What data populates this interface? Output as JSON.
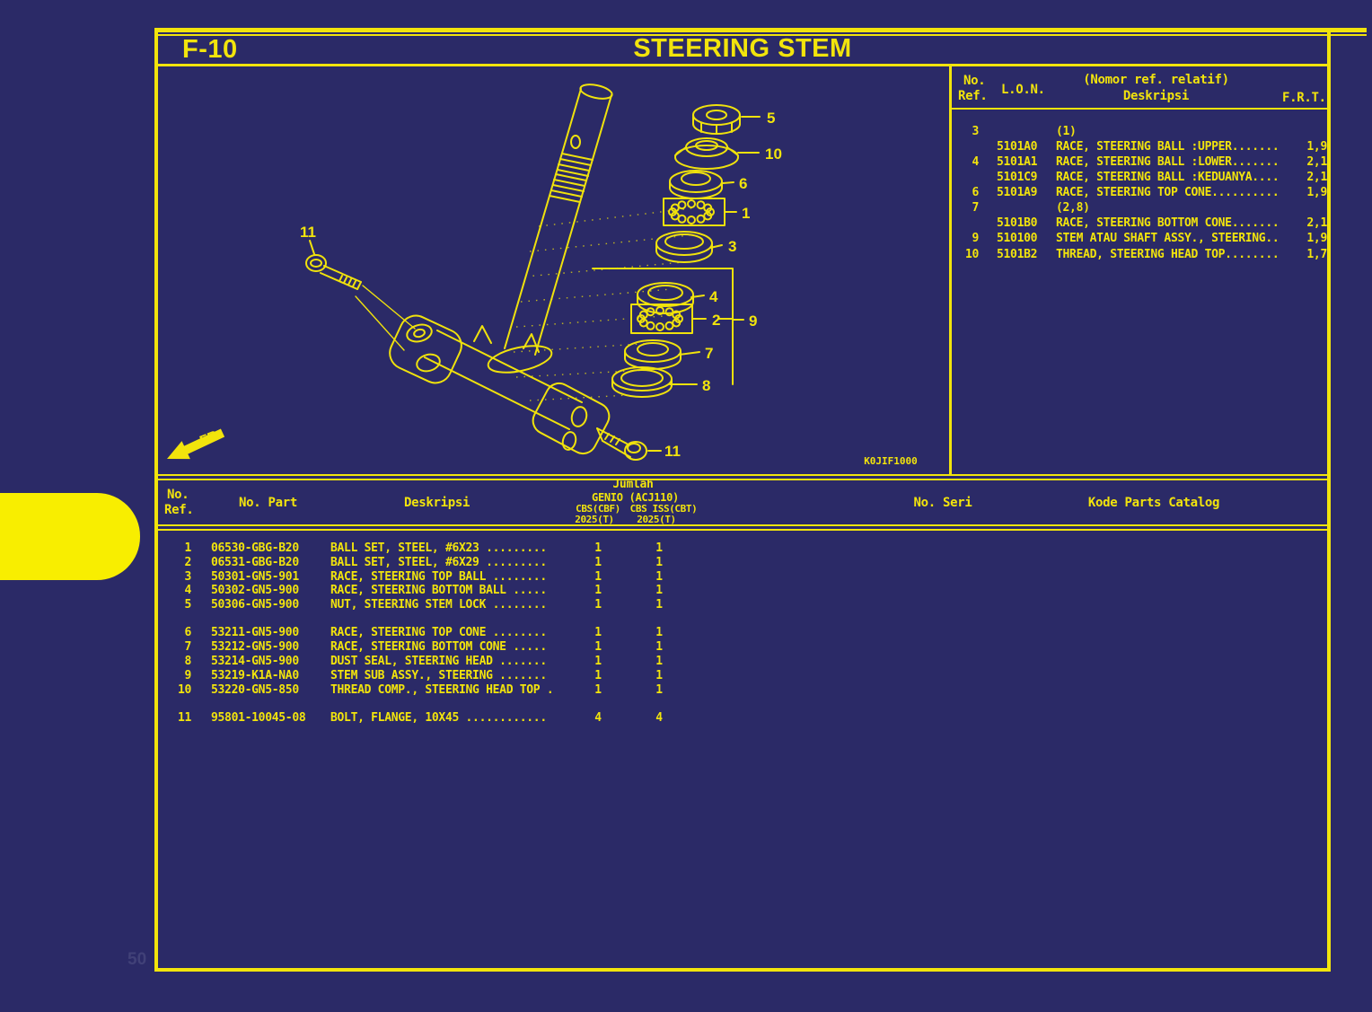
{
  "header": {
    "page_code": "F-10",
    "title": "STEERING STEM"
  },
  "colors": {
    "background": "#2b2a67",
    "accent": "#f2e40c",
    "highlight_pill": "#f8ee00"
  },
  "ref_table": {
    "headers": {
      "no": "No.",
      "ref": "Ref.",
      "lon": "L.O.N.",
      "nomor": "(Nomor ref. relatif)",
      "deskripsi": "Deskripsi",
      "frt": "F.R.T."
    },
    "rows": [
      {
        "ref": "3",
        "lon": "",
        "desc": "(1)",
        "frt": ""
      },
      {
        "ref": "",
        "lon": "5101A0",
        "desc": "RACE, STEERING BALL :UPPER.......",
        "frt": "1,9"
      },
      {
        "ref": "4",
        "lon": "5101A1",
        "desc": "RACE, STEERING BALL :LOWER.......",
        "frt": "2,1"
      },
      {
        "ref": "",
        "lon": "5101C9",
        "desc": "RACE, STEERING BALL :KEDUANYA....",
        "frt": "2,1"
      },
      {
        "ref": "6",
        "lon": "5101A9",
        "desc": "RACE, STEERING TOP CONE..........",
        "frt": "1,9"
      },
      {
        "ref": "7",
        "lon": "",
        "desc": "(2,8)",
        "frt": ""
      },
      {
        "ref": "",
        "lon": "5101B0",
        "desc": "RACE, STEERING BOTTOM CONE.......",
        "frt": "2,1"
      },
      {
        "ref": "9",
        "lon": "510100",
        "desc": "STEM ATAU SHAFT ASSY., STEERING..",
        "frt": "1,9"
      },
      {
        "ref": "10",
        "lon": "5101B2",
        "desc": "THREAD, STEERING HEAD TOP........",
        "frt": "1,7"
      }
    ]
  },
  "parts_table": {
    "headers": {
      "no": "No.",
      "ref": "Ref.",
      "part": "No. Part",
      "desc": "Deskripsi",
      "jumlah": "Jumlah",
      "model": "GENIO (ACJ110)",
      "col1": "CBS(CBF)",
      "col2": "CBS ISS(CBT)",
      "year1": "2025(T)",
      "year2": "2025(T)",
      "seri": "No. Seri",
      "kode": "Kode Parts Catalog"
    },
    "rows": [
      {
        "ref": "1",
        "part": "06530-GBG-B20",
        "desc": "BALL SET, STEEL, #6X23 .........",
        "qty1": "1",
        "qty2": "1"
      },
      {
        "ref": "2",
        "part": "06531-GBG-B20",
        "desc": "BALL SET, STEEL, #6X29 .........",
        "qty1": "1",
        "qty2": "1"
      },
      {
        "ref": "3",
        "part": "50301-GN5-901",
        "desc": "RACE, STEERING TOP BALL ........",
        "qty1": "1",
        "qty2": "1"
      },
      {
        "ref": "4",
        "part": "50302-GN5-900",
        "desc": "RACE, STEERING BOTTOM BALL .....",
        "qty1": "1",
        "qty2": "1"
      },
      {
        "ref": "5",
        "part": "50306-GN5-900",
        "desc": "NUT, STEERING STEM LOCK ........",
        "qty1": "1",
        "qty2": "1"
      },
      {
        "ref": "6",
        "part": "53211-GN5-900",
        "desc": "RACE, STEERING TOP CONE ........",
        "qty1": "1",
        "qty2": "1"
      },
      {
        "ref": "7",
        "part": "53212-GN5-900",
        "desc": "RACE, STEERING BOTTOM CONE .....",
        "qty1": "1",
        "qty2": "1"
      },
      {
        "ref": "8",
        "part": "53214-GN5-900",
        "desc": "DUST SEAL, STEERING HEAD .......",
        "qty1": "1",
        "qty2": "1"
      },
      {
        "ref": "9",
        "part": "53219-K1A-NA0",
        "desc": "STEM SUB ASSY., STEERING .......",
        "qty1": "1",
        "qty2": "1"
      },
      {
        "ref": "10",
        "part": "53220-GN5-850",
        "desc": "THREAD COMP., STEERING HEAD TOP .",
        "qty1": "1",
        "qty2": "1"
      },
      {
        "ref": "11",
        "part": "95801-10045-08",
        "desc": "BOLT, FLANGE, 10X45 ............",
        "qty1": "4",
        "qty2": "4"
      }
    ]
  },
  "diagram": {
    "code": "K0JIF1000",
    "fr_label": "FR.",
    "labels": {
      "p1": "1",
      "p2": "2",
      "p3": "3",
      "p4": "4",
      "p5": "5",
      "p6": "6",
      "p7": "7",
      "p8": "8",
      "p9": "9",
      "p10": "10",
      "p11a": "11",
      "p11b": "11"
    }
  },
  "watermark": "50"
}
